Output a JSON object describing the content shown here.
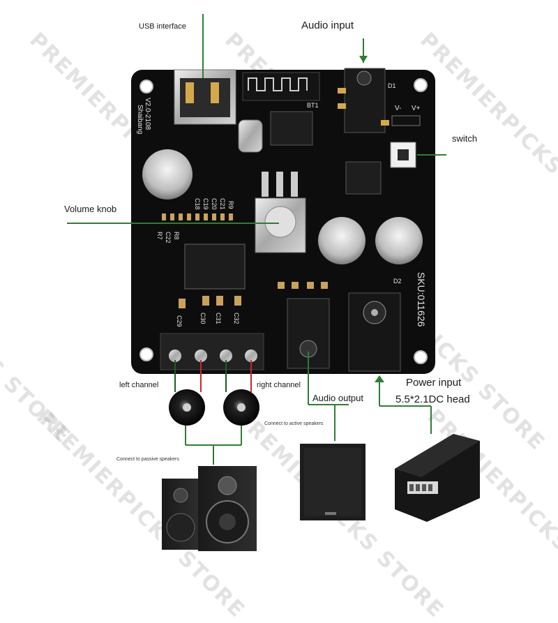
{
  "labels": {
    "usb_interface": "USB interface",
    "audio_input": "Audio input",
    "switch": "switch",
    "volume_knob": "Volume knob",
    "left_channel": "left channel",
    "right_channel": "right channel",
    "audio_output": "Audio output",
    "power_input": "Power input",
    "power_spec": "5.5*2.1DC head",
    "active_speakers": "Connect to active speakers",
    "passive_speakers": "Connect to passive speakers"
  },
  "board": {
    "version": "V2.0-2108",
    "brand": "Shaibang",
    "sku": "SKU:011626",
    "v_minus": "V-",
    "v_plus": "V+",
    "bt": "BT1",
    "d1": "D1",
    "d2": "D2",
    "refs": [
      "C29",
      "C30",
      "C31",
      "C32",
      "C22",
      "R7",
      "R8",
      "R9",
      "C18",
      "C19",
      "C20",
      "C21"
    ]
  },
  "watermark": "PREMIERPICKS STORE",
  "colors": {
    "leader_line": "#2e7d32",
    "pcb": "#0d0d0d",
    "silkscreen": "#e6e6e6",
    "speaker_wire_red": "#c62828"
  }
}
